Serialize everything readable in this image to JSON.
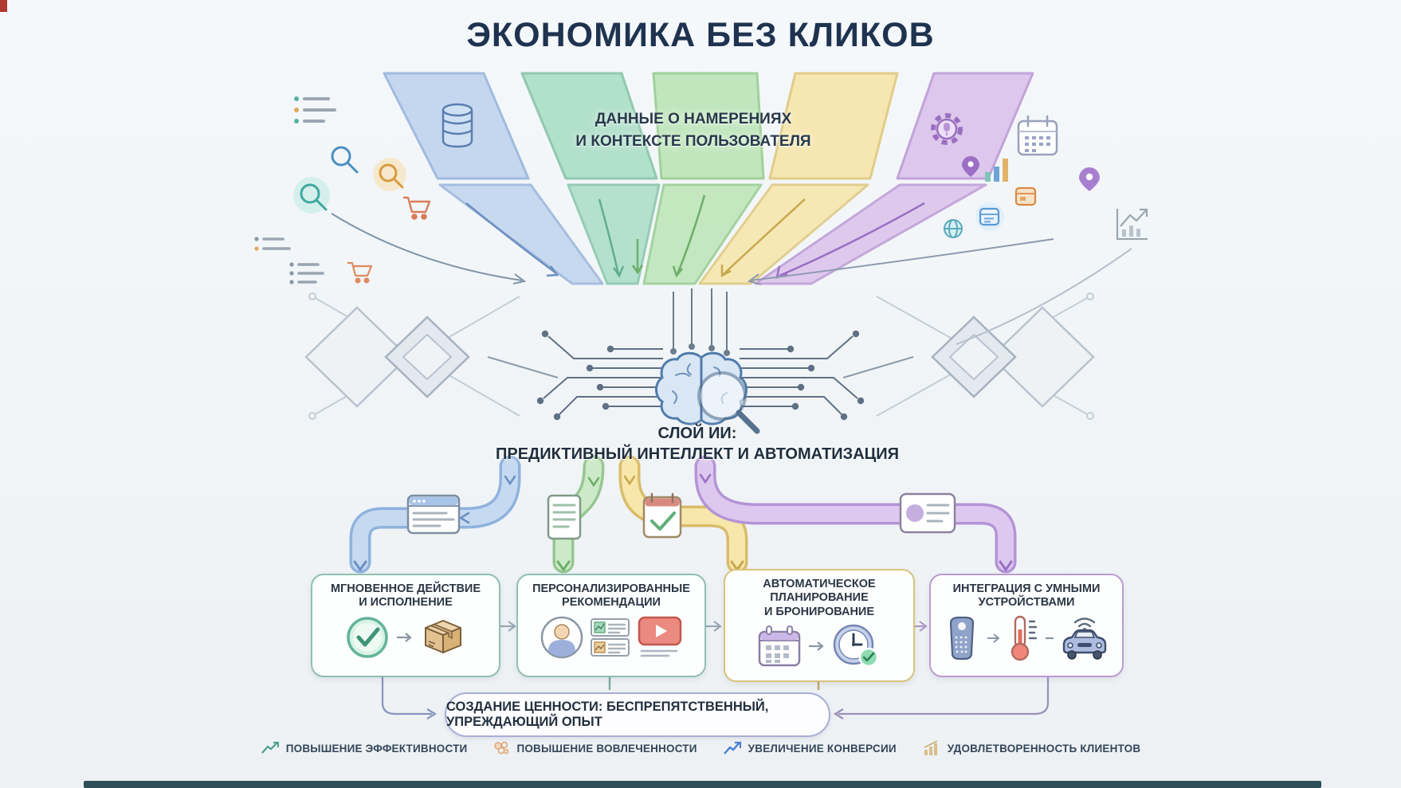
{
  "title": "ЭКОНОМИКА БЕЗ КЛИКОВ",
  "funnel": {
    "label": {
      "line1": "ДАННЫЕ О НАМЕРЕНИЯХ",
      "line2": "И КОНТЕКСТЕ ПОЛЬЗОВАТЕЛЯ"
    },
    "segment_colors": [
      "#c3d6ef",
      "#aedfc9",
      "#bfe6ba",
      "#f7e7ae",
      "#dcc5ec"
    ],
    "segment_icons": [
      "database-icon",
      "gear-icon"
    ],
    "scatter_icons_left": [
      "list-icon",
      "search-icon-blue",
      "search-icon-orange",
      "search-icon-teal",
      "cart-icon",
      "cart-icon",
      "list-icon",
      "list-icon"
    ],
    "scatter_icons_right": [
      "calendar-icon",
      "bar-chart-icon",
      "calendar-icon-orange",
      "calendar-icon-blue",
      "location-pin-icon",
      "location-pin-icon",
      "globe-icon",
      "chart-line-icon"
    ]
  },
  "ai_layer": {
    "label": {
      "line1": "СЛОЙ ИИ:",
      "line2": "ПРЕДИКТИВНЫЙ ИНТЕЛЛЕКТ И АВТОМАТИЗАЦИЯ"
    },
    "center_icon": "brain-magnifier-icon",
    "side_icons": [
      "chip-diamond-icon",
      "circuit-traces"
    ]
  },
  "pipes": [
    {
      "color": "#c5d9f1",
      "chip_icon": "browser-window-icon"
    },
    {
      "color": "#cdeac8",
      "chip_icon": "document-icon"
    },
    {
      "color": "#f7e7ab",
      "chip_icon": "calendar-check-icon"
    },
    {
      "color": "#ddc8ef",
      "chip_icon": "contact-card-icon"
    }
  ],
  "outputs": [
    {
      "line1": "МГНОВЕННОЕ ДЕЙСТВИЕ",
      "line2": "И ИСПОЛНЕНИЕ",
      "accent": "#8fbfb0",
      "icons": [
        "check-circle-icon",
        "arrow-right-icon",
        "package-icon"
      ]
    },
    {
      "line1": "ПЕРСОНАЛИЗИРОВАННЫЕ",
      "line2": "РЕКОМЕНДАЦИИ",
      "accent": "#8fbfb0",
      "icons": [
        "avatar-icon",
        "content-cards-icon",
        "video-play-icon"
      ]
    },
    {
      "line1": "АВТОМАТИЧЕСКОЕ",
      "line2": "ПЛАНИРОВАНИЕ",
      "line3": "И БРОНИРОВАНИЕ",
      "accent": "#d8c37c",
      "icons": [
        "calendar-icon",
        "arrow-right-icon",
        "clock-check-icon"
      ]
    },
    {
      "line1": "ИНТЕГРАЦИЯ С УМНЫМИ",
      "line2": "УСТРОЙСТВАМИ",
      "accent": "#bb9bd2",
      "icons": [
        "smart-speaker-icon",
        "thermometer-icon",
        "car-wifi-icon"
      ]
    }
  ],
  "value_bar": {
    "label": "СОЗДАНИЕ ЦЕННОСТИ: БЕСПРЕПЯТСТВЕННЫЙ, УПРЕЖДАЮЩИЙ ОПЫТ"
  },
  "footer": [
    {
      "icon": "trend-line-icon",
      "label": "ПОВЫШЕНИЕ ЭФФЕКТИВНОСТИ"
    },
    {
      "icon": "engagement-icon",
      "label": "ПОВЫШЕНИЕ ВОВЛЕЧЕННОСТИ"
    },
    {
      "icon": "conversion-arrow-icon",
      "label": "УВЕЛИЧЕНИЕ КОНВЕРСИИ"
    },
    {
      "icon": "satisfaction-chart-icon",
      "label": "УДОВЛЕТВОРЕННОСТЬ КЛИЕНТОВ"
    }
  ],
  "colors": {
    "background": "#f1f4f6",
    "title": "#1e3350",
    "text_dark": "#2b3a49",
    "bottom_bar": "#2d4e57"
  }
}
